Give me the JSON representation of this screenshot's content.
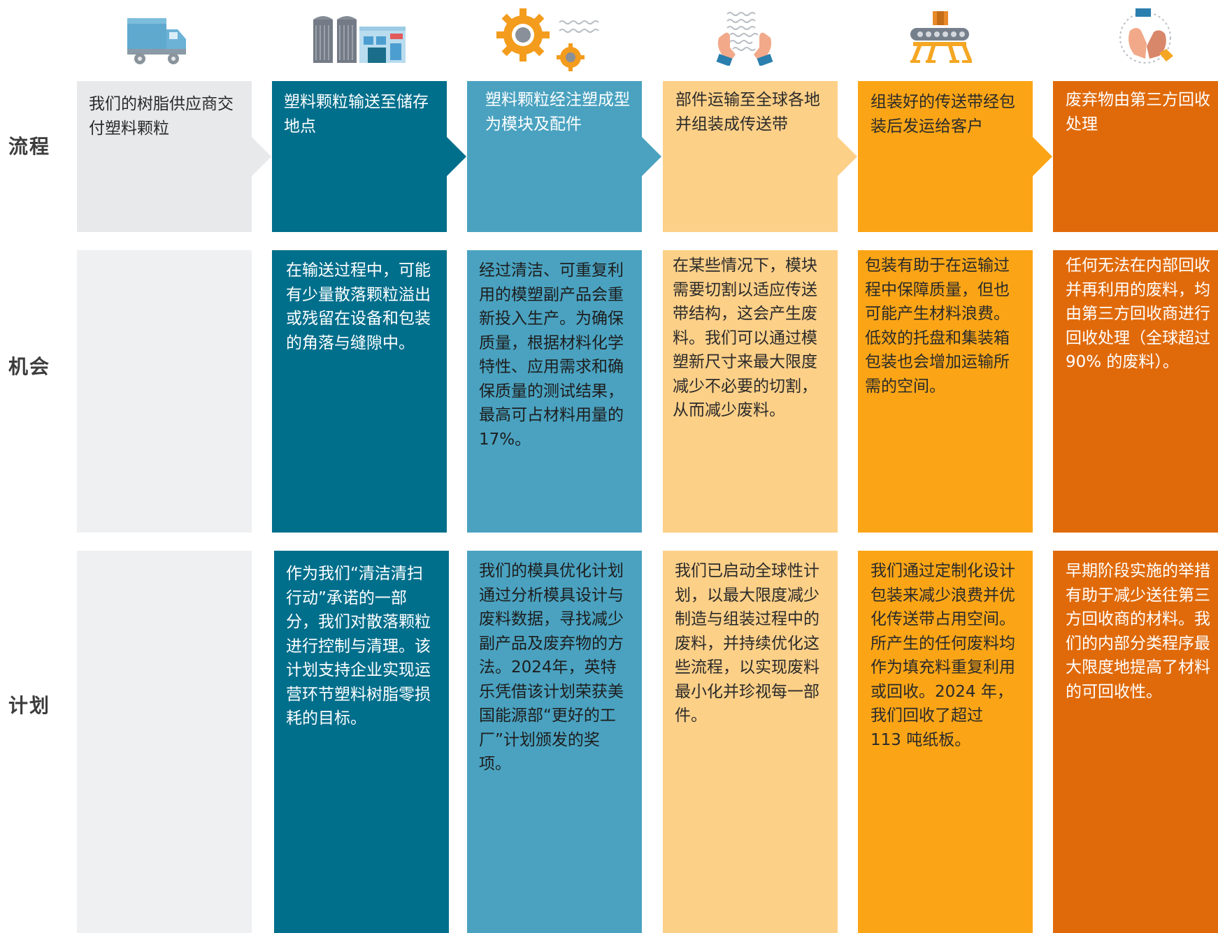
{
  "colors": {
    "grey_process": "#e8e9eb",
    "grey_body": "#eff0f2",
    "teal_dark": "#006f8c",
    "teal_light": "#4aa2c0",
    "peach": "#fdd088",
    "amber": "#fba516",
    "orange": "#e06a0a"
  },
  "rows": {
    "process_label": "流程",
    "opportunity_label": "机会",
    "plan_label": "计划"
  },
  "stages": [
    {
      "icon": "delivery-truck-icon",
      "process": "我们的树脂供应商交付塑料颗粒",
      "opportunity": "",
      "plan": ""
    },
    {
      "icon": "storage-silo-warehouse-icon",
      "process": "塑料颗粒输送至储存地点",
      "opportunity": "在输送过程中，可能有少量散落颗粒溢出或残留在设备和包装的角落与缝隙中。",
      "plan": "作为我们“清洁清扫行动”承诺的一部分，我们对散落颗粒进行控制与清理。该计划支持企业实现运营环节塑料树脂零损耗的目标。"
    },
    {
      "icon": "gears-molding-icon",
      "process": "塑料颗粒经注塑成型为模块及配件",
      "opportunity": "经过清洁、可重复利用的模塑副产品会重新投入生产。为确保质量，根据材料化学特性、应用需求和确保质量的测试结果，最高可占材料用量的17%。",
      "plan": "我们的模具优化计划通过分析模具设计与废料数据，寻找减少副产品及废弃物的方法。2024年，英特乐凭借该计划荣获美国能源部“更好的工厂”计划颁发的奖项。"
    },
    {
      "icon": "hands-assembling-belt-icon",
      "process": "部件运输至全球各地并组装成传送带",
      "opportunity": "在某些情况下，模块需要切割以适应传送带结构，这会产生废料。我们可以通过模塑新尺寸来最大限度减少不必要的切割，从而减少废料。",
      "plan": "我们已启动全球性计划，以最大限度减少制造与组装过程中的废料，并持续优化这些流程，以实现废料最小化并珍视每一部件。"
    },
    {
      "icon": "conveyor-package-icon",
      "process": "组装好的传送带经包装后发运给客户",
      "opportunity": "包装有助于在运输过程中保障质量，但也可能产生材料浪费。低效的托盘和集装箱包装也会增加运输所需的空间。",
      "plan": "我们通过定制化设计包装来减少浪费并优化传送带占用空间。所产生的任何废料均作为填充料重复利用或回收。2024 年，我们回收了超过 113 吨纸板。"
    },
    {
      "icon": "recycling-hands-icon",
      "process": "废弃物由第三方回收处理",
      "opportunity": "任何无法在内部回收并再利用的废料，均由第三方回收商进行回收处理（全球超过 90% 的废料）。",
      "plan": "早期阶段实施的举措有助于减少送往第三方回收商的材料。我们的内部分类程序最大限度地提高了材料的可回收性。"
    }
  ]
}
